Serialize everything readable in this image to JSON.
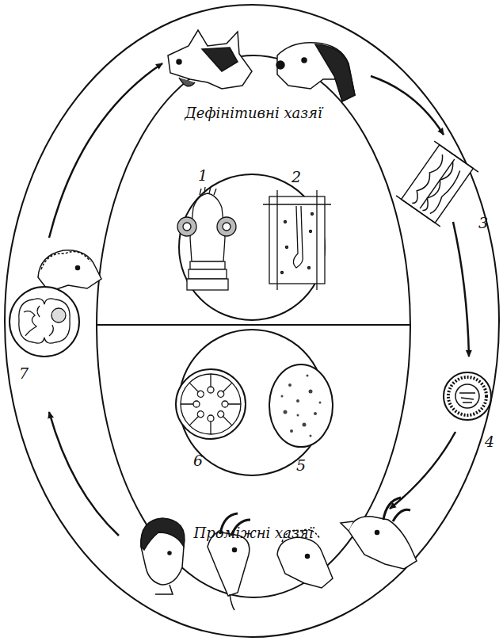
{
  "diagram": {
    "nodes": [
      {
        "text": [
          "Дефінітивні хазяї"
        ]
      },
      {
        "text": [
          "Проміжні хазяї"
        ]
      }
    ],
    "labels": [
      "1",
      "2",
      "3",
      "4",
      "5",
      "6",
      "7"
    ]
  }
}
